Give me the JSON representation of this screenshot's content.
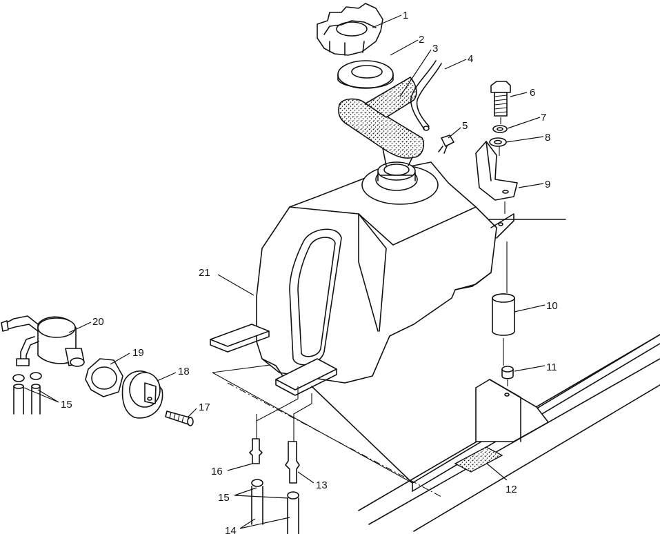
{
  "callouts": [
    {
      "id": "1",
      "text": "1"
    },
    {
      "id": "2",
      "text": "2"
    },
    {
      "id": "3",
      "text": "3"
    },
    {
      "id": "4",
      "text": "4"
    },
    {
      "id": "5",
      "text": "5"
    },
    {
      "id": "6",
      "text": "6"
    },
    {
      "id": "7",
      "text": "7"
    },
    {
      "id": "8",
      "text": "8"
    },
    {
      "id": "9",
      "text": "9"
    },
    {
      "id": "10",
      "text": "10"
    },
    {
      "id": "11",
      "text": "11"
    },
    {
      "id": "12",
      "text": "12"
    },
    {
      "id": "13",
      "text": "13"
    },
    {
      "id": "14",
      "text": "14"
    },
    {
      "id": "15a",
      "text": "15"
    },
    {
      "id": "15b",
      "text": "15"
    },
    {
      "id": "16",
      "text": "16"
    },
    {
      "id": "17",
      "text": "17"
    },
    {
      "id": "18",
      "text": "18"
    },
    {
      "id": "19",
      "text": "19"
    },
    {
      "id": "20",
      "text": "20"
    },
    {
      "id": "21",
      "text": "21"
    }
  ],
  "colors": {
    "line": "#111111",
    "background": "#ffffff"
  }
}
